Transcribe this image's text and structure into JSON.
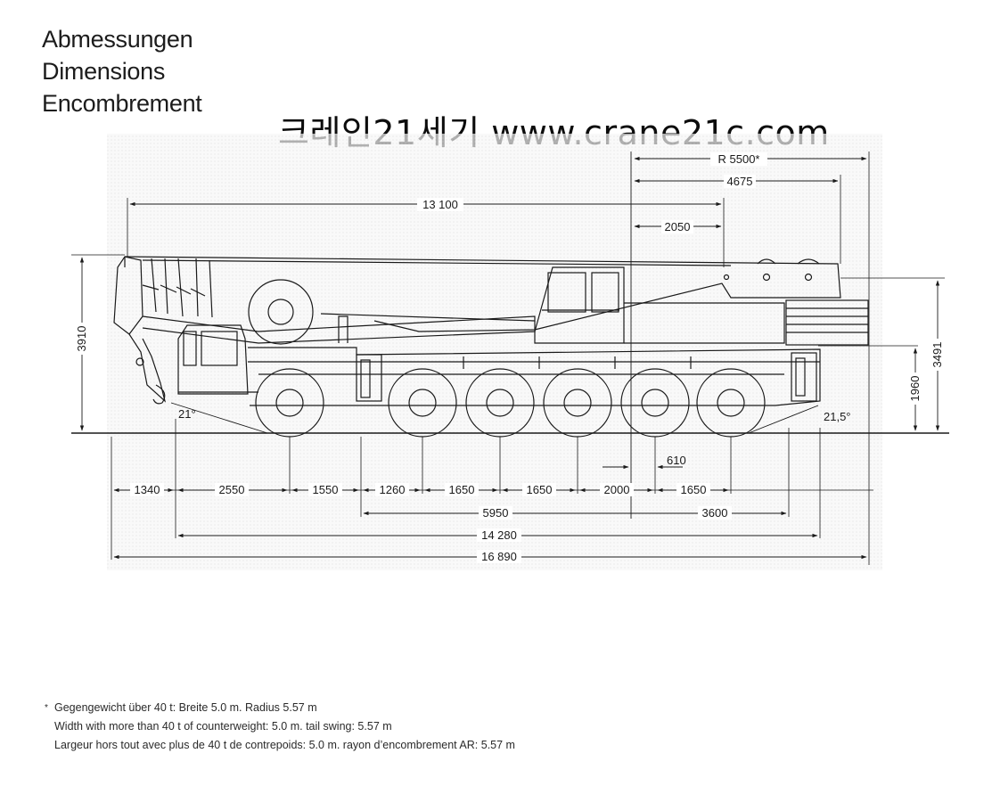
{
  "titles": [
    "Abmessungen",
    "Dimensions",
    "Encombrement"
  ],
  "watermark": "크레인21세기  www.crane21c.com",
  "dimensions": {
    "r5500": "R 5500*",
    "d4675": "4675",
    "d13100": "13 100",
    "d2050": "2050",
    "d3910": "3910",
    "d3491": "3491",
    "d1960": "1960",
    "a21": "21°",
    "a215": "21,5°",
    "d610": "610",
    "d1340": "1340",
    "d2550": "2550",
    "d1550": "1550",
    "d1260": "1260",
    "d1650a": "1650",
    "d1650b": "1650",
    "d2000": "2000",
    "d1650c": "1650",
    "d5950": "5950",
    "d3600": "3600",
    "d14280": "14 280",
    "d16890": "16 890"
  },
  "footnotes": {
    "mark": "*",
    "de": "Gegengewicht über 40 t: Breite 5.0 m. Radius 5.57 m",
    "en": "Width with more than 40 t of counterweight: 5.0 m. tail swing: 5.57 m",
    "fr": "Largeur hors tout avec plus de 40 t de contrepoids: 5.0 m. rayon d’encombrement AR: 5.57 m"
  }
}
